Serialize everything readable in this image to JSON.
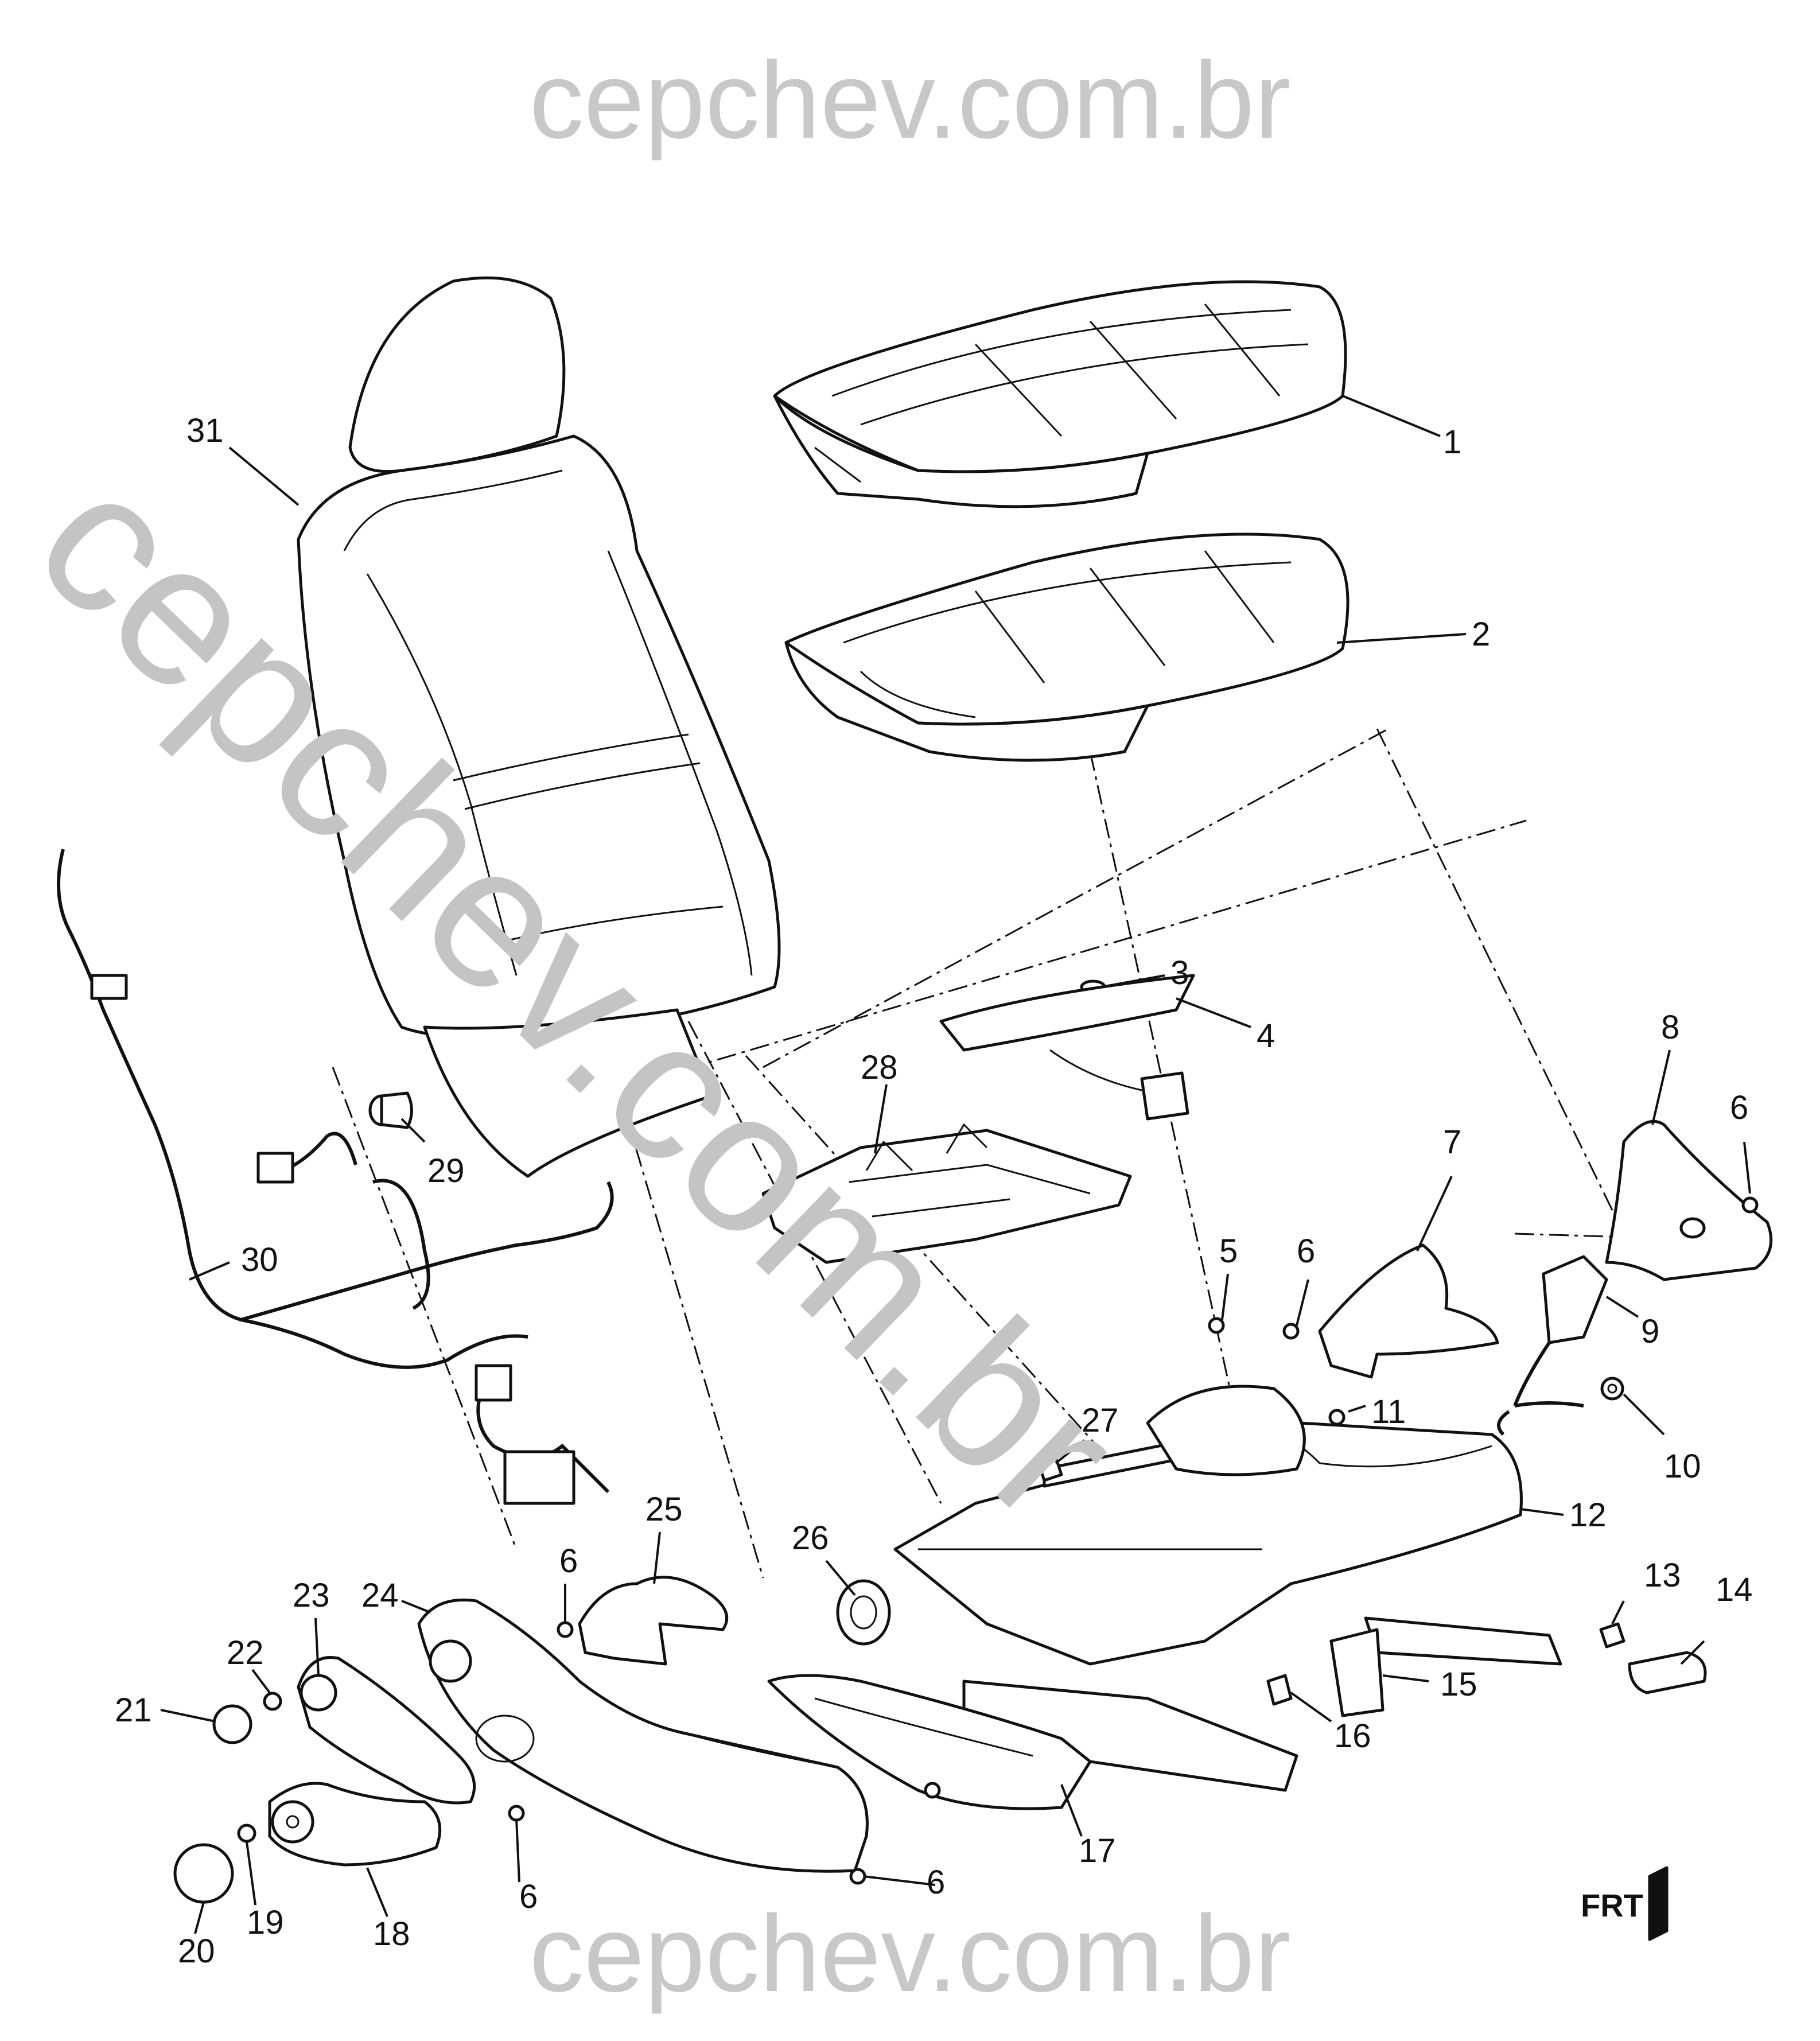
{
  "watermark": {
    "top": "cepchev.com.br",
    "bottom": "cepchev.com.br",
    "diagonal": "cepchev.com.br"
  },
  "orientation_label": "FRT",
  "callouts": [
    "1",
    "2",
    "3",
    "4",
    "5",
    "6",
    "7",
    "8",
    "9",
    "10",
    "11",
    "12",
    "13",
    "14",
    "15",
    "16",
    "17",
    "18",
    "19",
    "20",
    "21",
    "22",
    "23",
    "24",
    "25",
    "26",
    "27",
    "28",
    "29",
    "30",
    "31"
  ],
  "colors": {
    "line": "#111111",
    "watermark": "#c8c8c8",
    "background": "#ffffff"
  }
}
